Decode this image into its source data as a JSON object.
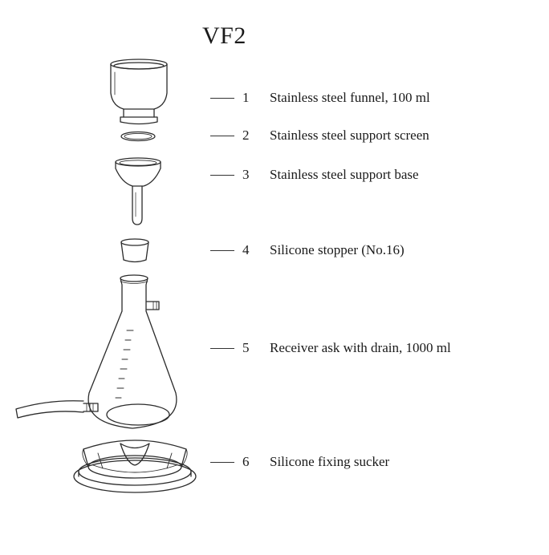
{
  "title": "VF2",
  "parts": [
    {
      "number": "1",
      "label": "Stainless steel funnel, 100 ml"
    },
    {
      "number": "2",
      "label": "Stainless steel support screen"
    },
    {
      "number": "3",
      "label": "Stainless steel support base"
    },
    {
      "number": "4",
      "label": "Silicone stopper  (No.16)"
    },
    {
      "number": "5",
      "label": "Receiver ask with drain, 1000 ml"
    },
    {
      "number": "6",
      "label": "Silicone fixing sucker"
    }
  ],
  "colors": {
    "line": "#2b2b2b",
    "background": "#ffffff"
  }
}
